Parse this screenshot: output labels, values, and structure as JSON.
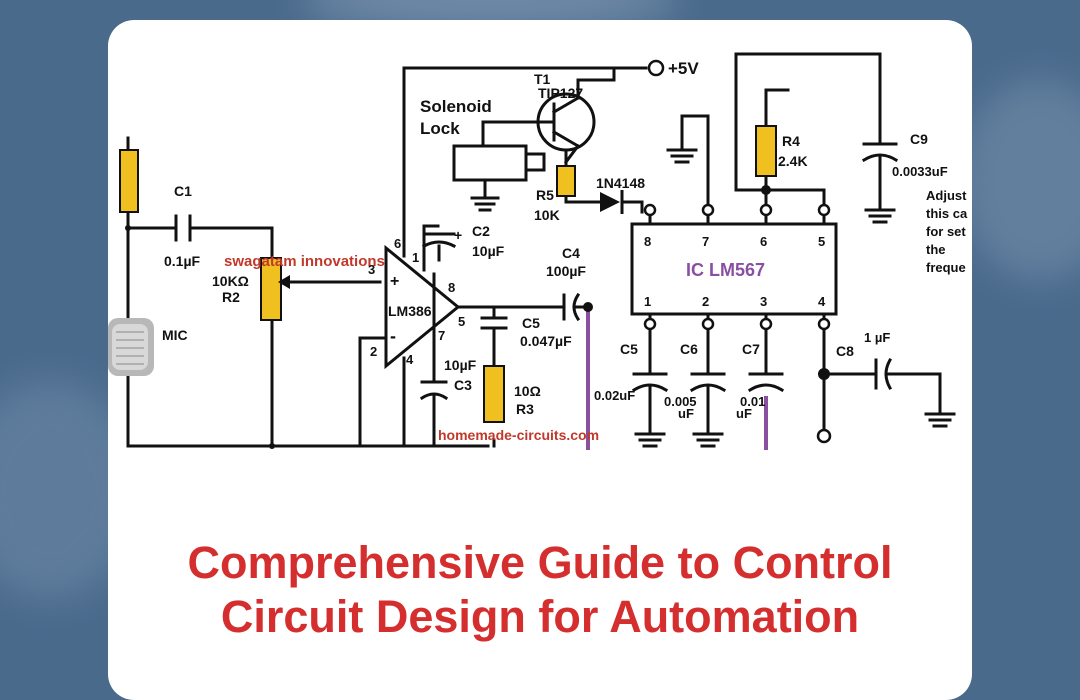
{
  "headline": {
    "line1": "Comprehensive Guide to Control",
    "line2": "Circuit Design for Automation"
  },
  "schematic": {
    "watermarks": [
      "swagatam innovations",
      "homemade-circuits.com"
    ],
    "supply_label": "+5V",
    "transistor": {
      "ref": "T1",
      "part": "TIP127"
    },
    "solenoid": {
      "line1": "Solenoid",
      "line2": "Lock"
    },
    "diode": "1N4148",
    "mic_label": "MIC",
    "opamp": {
      "label": "LM386",
      "plus": "+",
      "minus": "-",
      "pins": [
        "6",
        "1",
        "3",
        "8",
        "5",
        "7",
        "2",
        "4"
      ]
    },
    "ic": {
      "label": "IC LM567",
      "top_pins": [
        "8",
        "7",
        "6",
        "5"
      ],
      "bottom_pins": [
        "1",
        "2",
        "3",
        "4"
      ]
    },
    "components": {
      "C1": {
        "ref": "C1",
        "value": "0.1µF"
      },
      "R2": {
        "ref": "R2",
        "value": "10KΩ"
      },
      "C2": {
        "ref": "C2",
        "value": "10µF",
        "plus": "+"
      },
      "C3": {
        "ref": "C3",
        "value": "10µF"
      },
      "C4": {
        "ref": "C4",
        "value": "100µF"
      },
      "C5a": {
        "ref": "C5",
        "value": "0.047µF"
      },
      "R3": {
        "ref": "R3",
        "value": "10Ω"
      },
      "R4": {
        "ref": "R4",
        "value": "2.4K"
      },
      "R5": {
        "ref": "R5",
        "value": "10K"
      },
      "C9": {
        "ref": "C9",
        "value": "0.0033uF"
      },
      "C5b": {
        "ref": "C5",
        "value": "0.02uF"
      },
      "C6": {
        "ref": "C6",
        "value1": "0.005",
        "value2": "uF"
      },
      "C7": {
        "ref": "C7",
        "value1": "0.01",
        "value2": "uF"
      },
      "C8": {
        "ref": "C8",
        "value": "1 µF"
      }
    },
    "note": [
      "Adjust",
      "this ca",
      "for set",
      "the",
      "freque"
    ]
  },
  "colors": {
    "background": "#4a6a8c",
    "card": "#ffffff",
    "headline": "#d42e2e",
    "resistor": "#f0c020",
    "watermark": "#c0392b",
    "ic_label": "#8a4fa0",
    "purple_wire": "#8a4fa0"
  }
}
